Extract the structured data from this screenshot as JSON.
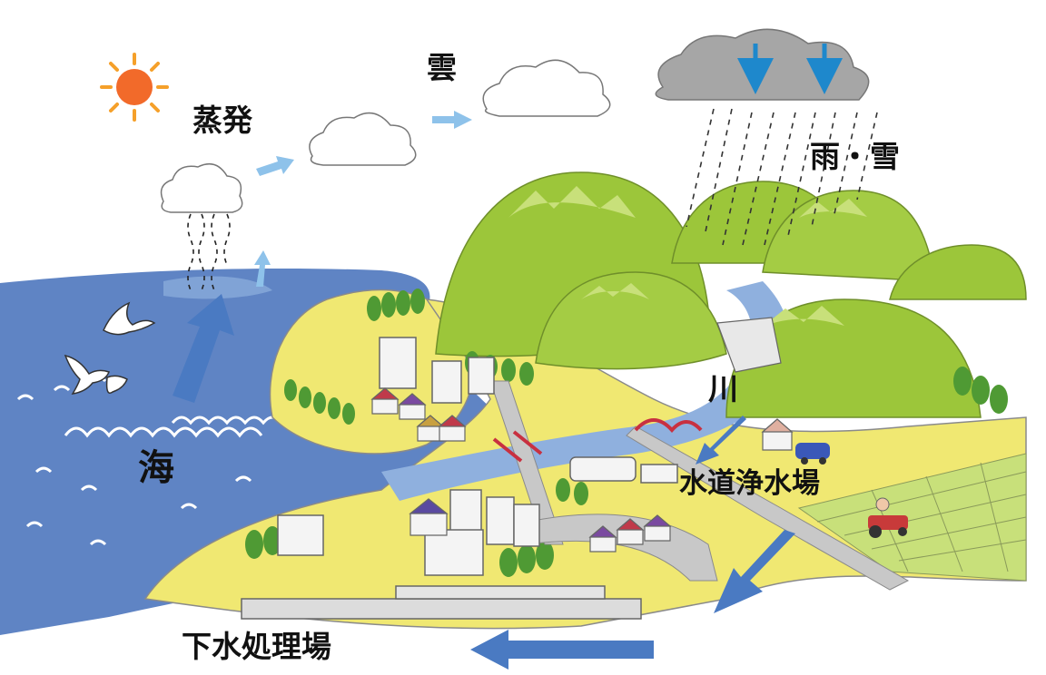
{
  "labels": {
    "evaporation": "蒸発",
    "cloud": "雲",
    "rain_snow": "雨・雪",
    "river": "川",
    "sea": "海",
    "water_treatment_plant": "水道浄水場",
    "sewage_treatment_plant": "下水処理場"
  },
  "colors": {
    "sea": "#5f84c4",
    "mountain": "#9cc63a",
    "mountain_highlight": "#c8e07a",
    "land": "#f0e872",
    "cloud": "#ffffff",
    "arrow_light": "#8ec2ea",
    "arrow_dark": "#4a7ac2",
    "arrow_rain": "#1e88cc",
    "sun": "#f5a02a"
  }
}
